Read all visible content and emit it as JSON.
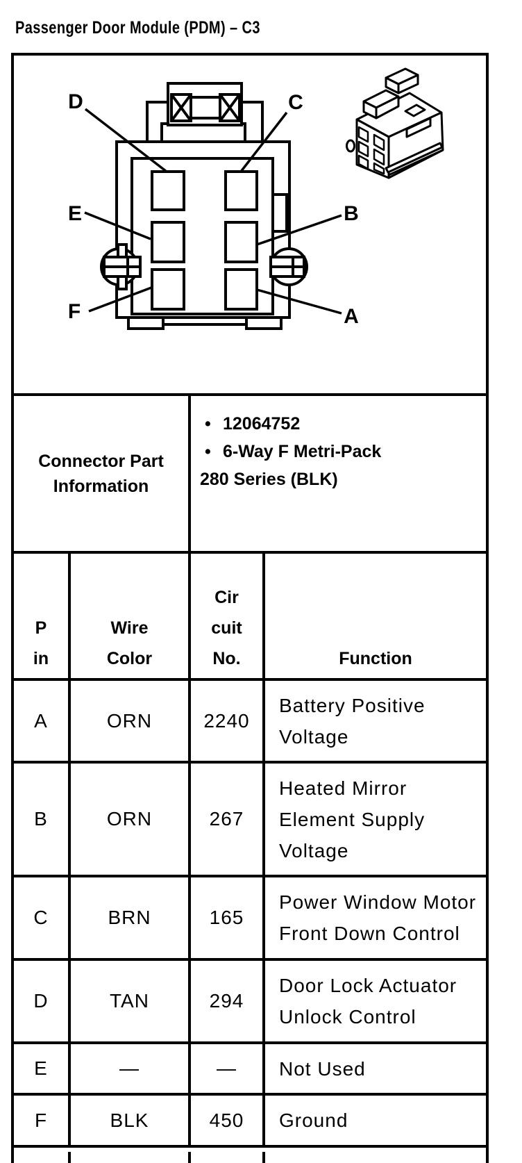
{
  "colors": {
    "ink": "#000000",
    "paper": "#ffffff"
  },
  "page": {
    "title": "Passenger Door Module (PDM) – C3"
  },
  "diagram": {
    "description": "Front face view of 6-way connector with pin callouts and isometric 3D connector sketch",
    "pin_labels": [
      "D",
      "C",
      "E",
      "B",
      "F",
      "A"
    ]
  },
  "part_info": {
    "label": "Connector Part\nInformation",
    "bullet_char": "•",
    "bullets": [
      "12064752",
      "6-Way F Metri-Pack"
    ],
    "continuation": "280 Series (BLK)"
  },
  "table": {
    "headers": [
      "P\nin",
      "Wire\nColor",
      "Cir\ncuit\nNo.",
      "Function"
    ],
    "rows": [
      {
        "pin": "A",
        "wire_color": "ORN",
        "circuit": "2240",
        "function": "Battery Positive\nVoltage"
      },
      {
        "pin": "B",
        "wire_color": "ORN",
        "circuit": "267",
        "function": "Heated Mirror\nElement Supply\nVoltage"
      },
      {
        "pin": "C",
        "wire_color": "BRN",
        "circuit": "165",
        "function": "Power Window Motor\nFront Down Control"
      },
      {
        "pin": "D",
        "wire_color": "TAN",
        "circuit": "294",
        "function": "Door Lock Actuator\nUnlock Control"
      },
      {
        "pin": "E",
        "wire_color": "—",
        "circuit": "—",
        "function": "Not Used"
      },
      {
        "pin": "F",
        "wire_color": "BLK",
        "circuit": "450",
        "function": "Ground"
      }
    ]
  }
}
